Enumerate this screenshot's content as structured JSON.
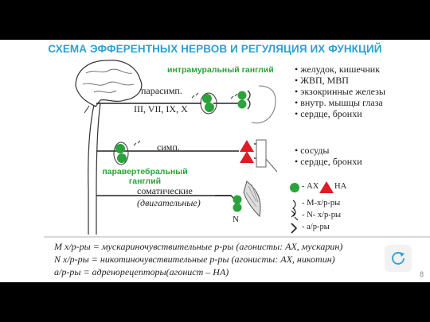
{
  "title": "СХЕМА ЭФФЕРЕНТНЫХ НЕРВОВ И РЕГУЛЯЦИЯ ИХ ФУНКЦИЙ",
  "ganglia": {
    "intramural": "интрамуральный ганглий",
    "paravertebral": "паравертебральный ганглий"
  },
  "nerves": {
    "parasymp_label": "парасимп.",
    "parasymp_nerves": "III, VII, IX, X",
    "symp_label": "симп.",
    "somatic_label": "соматические",
    "somatic_sub": "(двигательные)",
    "n_label": "N"
  },
  "targets": {
    "parasymp": [
      "желудок, кишечник",
      "ЖВП, МВП",
      "экзокринные железы",
      "внутр. мышцы глаза",
      "сердце, бронхи"
    ],
    "symp": [
      "сосуды",
      "сердце, бронхи"
    ]
  },
  "legend": {
    "ach_na": "- АХ",
    "na": "НА",
    "m": "- М-х/р-ры",
    "n": "- N- х/р-ры",
    "a": "- а/р-ры"
  },
  "footnotes": [
    "М х/р-ры = мускариночувствительные р-ры (агонисты: АХ, мускарин)",
    "N х/р-ры = никотиночувствительные р-ры (агонисты: АХ, никотин)",
    "а/р-ры = адренорецепторы(агонист – НА)"
  ],
  "page_number": "8",
  "colors": {
    "title": "#2e9fd6",
    "ganglion": "#2aa33a",
    "noradrenaline": "#e01b24"
  },
  "icons": [
    "brain-icon",
    "replay-icon"
  ]
}
